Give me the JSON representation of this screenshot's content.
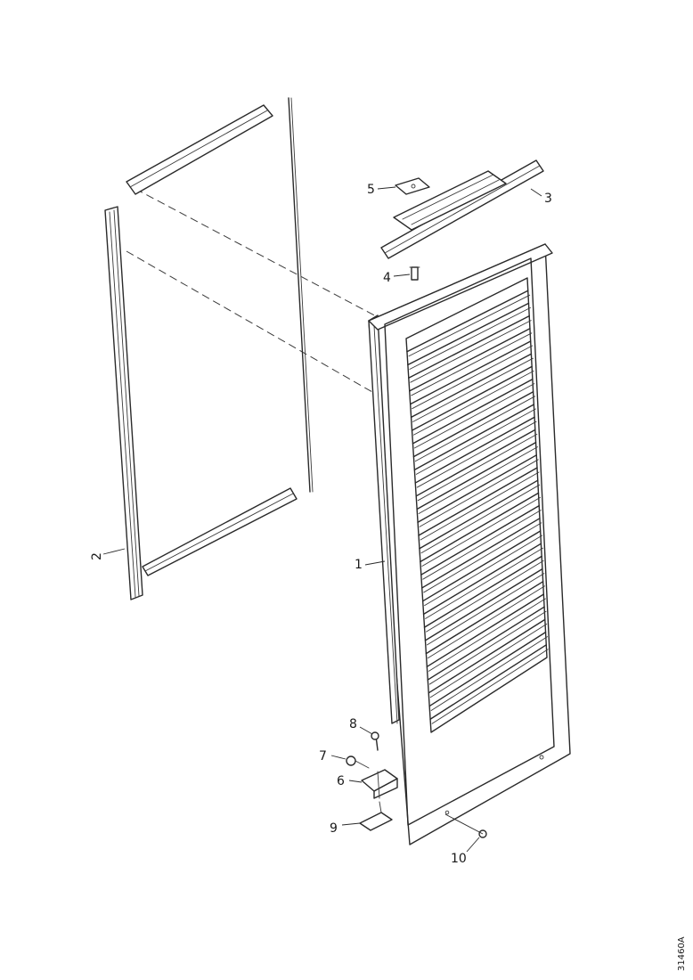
{
  "diagram": {
    "callouts": {
      "c1": "1",
      "c2": "2",
      "c3": "3",
      "c4": "4",
      "c5": "5",
      "c6": "6",
      "c7": "7",
      "c8": "8",
      "c9": "9",
      "c10": "10"
    },
    "document_number": "31460A"
  }
}
